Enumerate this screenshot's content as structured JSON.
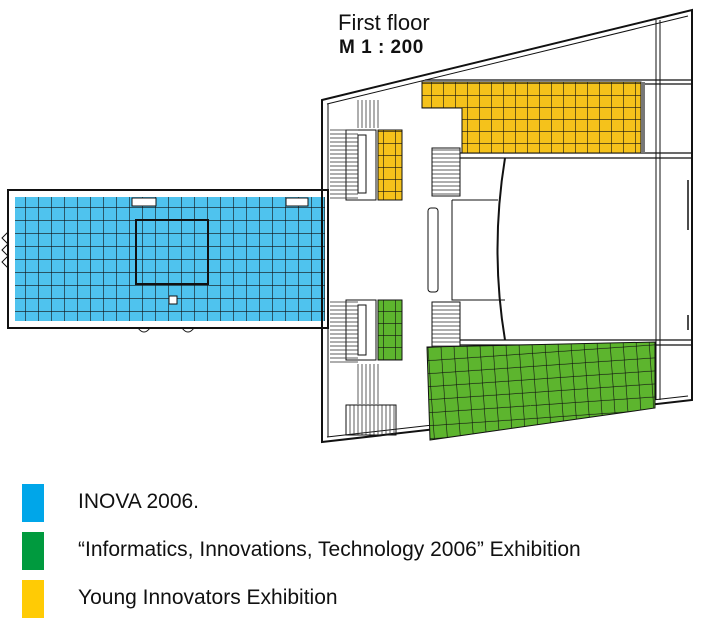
{
  "plan": {
    "title": "First floor",
    "scale": "M 1 : 200"
  },
  "legend": [
    {
      "label": "INOVA 2006.",
      "color": "#00a6e9"
    },
    {
      "label": "“Informatics, Innovations, Technology 2006” Exhibition",
      "color": "#009a3e"
    },
    {
      "label": "Young Innovators Exhibition",
      "color": "#ffcb05"
    }
  ],
  "zone_colors": {
    "inova": "#4fc3ee",
    "informatics": "#5db52e",
    "young": "#f5c21b"
  }
}
